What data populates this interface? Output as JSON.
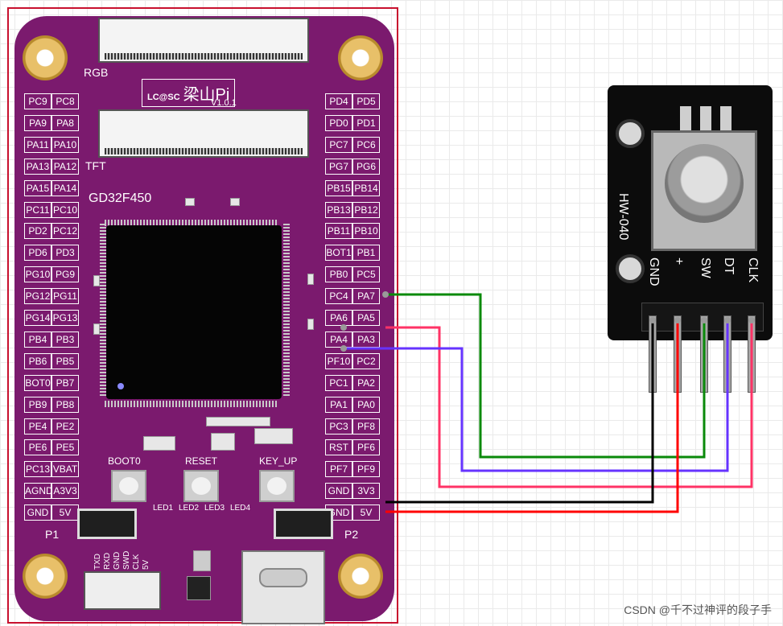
{
  "board": {
    "frame_color": "#c8102e",
    "pcb_color": "#7b1a6e",
    "chip_label": "GD32F450",
    "logo_text": "LC@SC",
    "logo_name": "梁山Pi",
    "version": "V1.0.1",
    "connector_rgb_label": "RGB",
    "connector_tft_label": "TFT",
    "header_left_label": "P1",
    "header_right_label": "P2",
    "buttons": [
      "BOOT0",
      "RESET",
      "KEY_UP"
    ],
    "leds": [
      "LED1",
      "LED2",
      "LED3",
      "LED4"
    ],
    "debug_pins": [
      "TXD",
      "RXD",
      "GND",
      "SWD",
      "CLK",
      "5V"
    ],
    "left_pins": [
      [
        "PC9",
        "PC8"
      ],
      [
        "PA9",
        "PA8"
      ],
      [
        "PA11",
        "PA10"
      ],
      [
        "PA13",
        "PA12"
      ],
      [
        "PA15",
        "PA14"
      ],
      [
        "PC11",
        "PC10"
      ],
      [
        "PD2",
        "PC12"
      ],
      [
        "PD6",
        "PD3"
      ],
      [
        "PG10",
        "PG9"
      ],
      [
        "PG12",
        "PG11"
      ],
      [
        "PG14",
        "PG13"
      ],
      [
        "PB4",
        "PB3"
      ],
      [
        "PB6",
        "PB5"
      ],
      [
        "BOT0",
        "PB7"
      ],
      [
        "PB9",
        "PB8"
      ],
      [
        "PE4",
        "PE2"
      ],
      [
        "PE6",
        "PE5"
      ],
      [
        "PC13",
        "VBAT"
      ],
      [
        "AGND",
        "A3V3"
      ],
      [
        "GND",
        "5V"
      ]
    ],
    "right_pins": [
      [
        "PD4",
        "PD5"
      ],
      [
        "PD0",
        "PD1"
      ],
      [
        "PC7",
        "PC6"
      ],
      [
        "PG7",
        "PG6"
      ],
      [
        "PB15",
        "PB14"
      ],
      [
        "PB13",
        "PB12"
      ],
      [
        "PB11",
        "PB10"
      ],
      [
        "BOT1",
        "PB1"
      ],
      [
        "PB0",
        "PC5"
      ],
      [
        "PC4",
        "PA7"
      ],
      [
        "PA6",
        "PA5"
      ],
      [
        "PA4",
        "PA3"
      ],
      [
        "PF10",
        "PC2"
      ],
      [
        "PC1",
        "PA2"
      ],
      [
        "PA1",
        "PA0"
      ],
      [
        "PC3",
        "PF8"
      ],
      [
        "RST",
        "PF6"
      ],
      [
        "PF7",
        "PF9"
      ],
      [
        "GND",
        "3V3"
      ],
      [
        "GND",
        "5V"
      ]
    ]
  },
  "module": {
    "model": "HW-040",
    "pins": [
      "GND",
      "+",
      "SW",
      "DT",
      "CLK"
    ]
  },
  "wires": [
    {
      "from": "PA7",
      "to": "SW",
      "color": "#0a8a0a"
    },
    {
      "from": "PA5",
      "to": "CLK",
      "color": "#ff3366"
    },
    {
      "from": "PA3",
      "to": "DT",
      "color": "#6633ff"
    },
    {
      "from": "GND",
      "to": "GND",
      "color": "#000000"
    },
    {
      "from": "5V",
      "to": "+",
      "color": "#ff0000"
    }
  ],
  "watermark": "CSDN @千不过神评的段子手"
}
